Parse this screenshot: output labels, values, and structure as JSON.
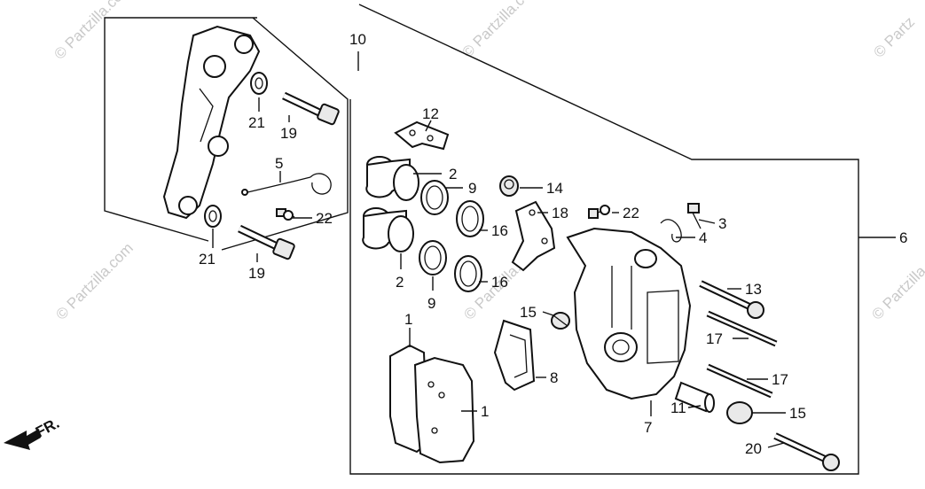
{
  "watermarks": {
    "corner": "© Partz",
    "repeat": "© Partzilla.com"
  },
  "direction_indicator": {
    "label": "FR.",
    "icon": "front-arrow-icon"
  },
  "callouts": {
    "c1a": "1",
    "c1b": "1",
    "c2a": "2",
    "c2b": "2",
    "c3": "3",
    "c4": "4",
    "c5": "5",
    "c6": "6",
    "c7": "7",
    "c8": "8",
    "c9a": "9",
    "c9b": "9",
    "c10": "10",
    "c11": "11",
    "c12": "12",
    "c13": "13",
    "c14": "14",
    "c15a": "15",
    "c15b": "15",
    "c16a": "16",
    "c16b": "16",
    "c17a": "17",
    "c17b": "17",
    "c18": "18",
    "c19a": "19",
    "c19b": "19",
    "c20": "20",
    "c21a": "21",
    "c21b": "21",
    "c22a": "22",
    "c22b": "22"
  }
}
